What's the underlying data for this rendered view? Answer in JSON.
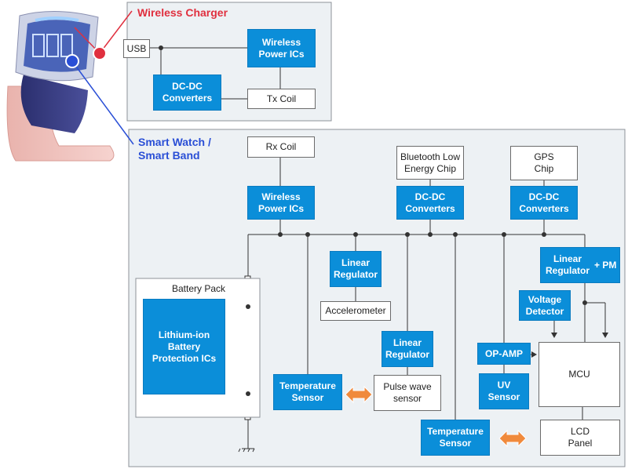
{
  "colors": {
    "block_blue": "#0b8ed9",
    "panel_bg": "#edf1f4",
    "charger_title": "#e0303f",
    "watch_title": "#2a4fd6",
    "arrow_orange": "#f08a3c"
  },
  "charger": {
    "title": "Wireless Charger",
    "usb": "USB",
    "wireless_power_ics": "Wireless\nPower ICs",
    "dcdc": "DC-DC\nConverters",
    "tx_coil": "Tx Coil"
  },
  "watch": {
    "title": "Smart Watch /\nSmart Band",
    "rx_coil": "Rx Coil",
    "wireless_power_ics": "Wireless\nPower ICs",
    "bluetooth_chip": "Bluetooth Low\nEnergy Chip",
    "bluetooth_dcdc": "DC-DC\nConverters",
    "gps_chip": "GPS\nChip",
    "gps_dcdc": "DC-DC\nConverters",
    "linear_regulator_accel": "Linear\nRegulator",
    "accelerometer": "Accelerometer",
    "linear_regulator_pm": "Linear\nRegulator",
    "pm_label": "+ PM",
    "voltage_detector": "Voltage\nDetector",
    "battery_pack": "Battery Pack",
    "battery_protection": "Lithium-ion\nBattery\nProtection ICs",
    "linear_regulator_pulse": "Linear\nRegulator",
    "pulse_wave_sensor": "Pulse wave\nsensor",
    "temperature_sensor_1": "Temperature\nSensor",
    "op_amp": "OP-AMP",
    "uv_sensor": "UV\nSensor",
    "mcu": "MCU",
    "temperature_sensor_2": "Temperature\nSensor",
    "lcd_panel": "LCD\nPanel"
  }
}
